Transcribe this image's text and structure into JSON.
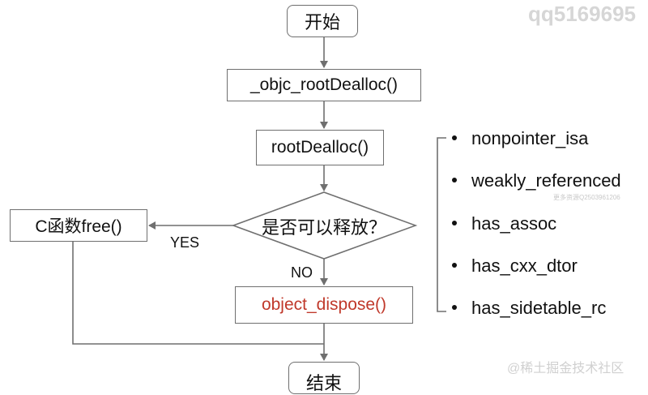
{
  "flowchart": {
    "start": "开始",
    "step1": "_objc_rootDealloc()",
    "step2": "rootDealloc()",
    "decision": "是否可以释放？",
    "yes_box": "C函数free()",
    "no_box": "object_dispose()",
    "end": "结束",
    "yes_label": "YES",
    "no_label": "NO"
  },
  "flags": [
    "nonpointer_isa",
    "weakly_referenced",
    "has_assoc",
    "has_cxx_dtor",
    "has_sidetable_rc"
  ],
  "watermarks": {
    "top_right": "qq5169695",
    "small": "更多资源Q2503961206",
    "bottom_right": "@稀土掘金技术社区"
  },
  "colors": {
    "line": "#6f6f6f",
    "dispose_text": "#c0392b"
  }
}
